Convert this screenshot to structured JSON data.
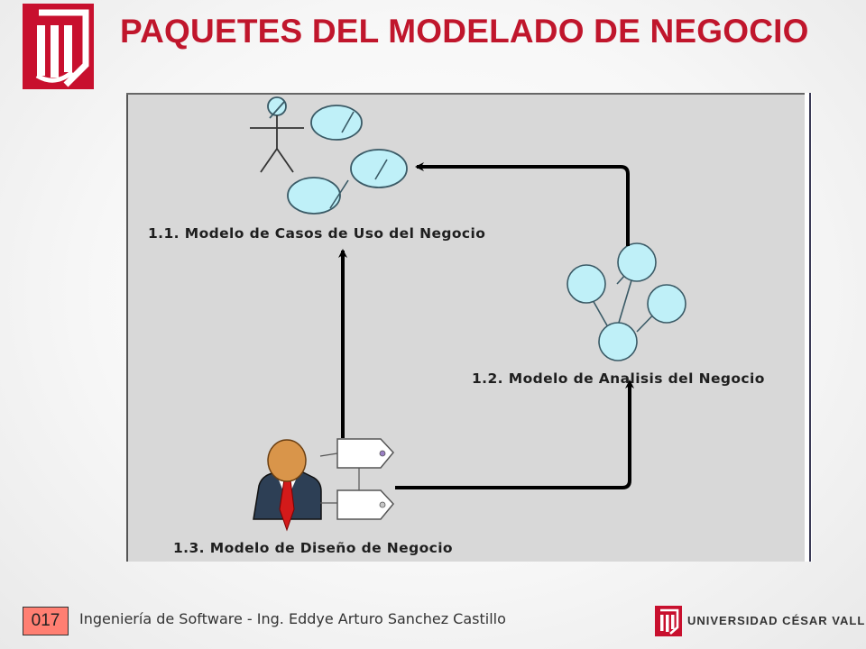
{
  "header": {
    "title": "PAQUETES DEL MODELADO DE NEGOCIO",
    "logo_icon": "ucv-shield-icon"
  },
  "diagram": {
    "package_business_use_cases": "1.1. Modelo de Casos de Uso del Negocio",
    "package_business_analysis": "1.2. Modelo de Analisis del Negocio",
    "package_business_design": "1.3. Modelo de Diseño de Negocio",
    "colors": {
      "background": "#d8d8d8",
      "bubble_fill": "#bff0f8",
      "bubble_stroke": "#3a5a66",
      "arrow": "#000000",
      "person_suit": "#2d3f55",
      "person_tie": "#d31a1a",
      "person_head": "#d9954a"
    }
  },
  "footer": {
    "page_number": "017",
    "text": "Ingeniería de Software - Ing. Eddye Arturo Sanchez Castillo",
    "university": "UNIVERSIDAD CÉSAR VALLEJO",
    "colors": {
      "page_number_bg": "#ff7f72",
      "brand_red": "#c8102e"
    }
  }
}
